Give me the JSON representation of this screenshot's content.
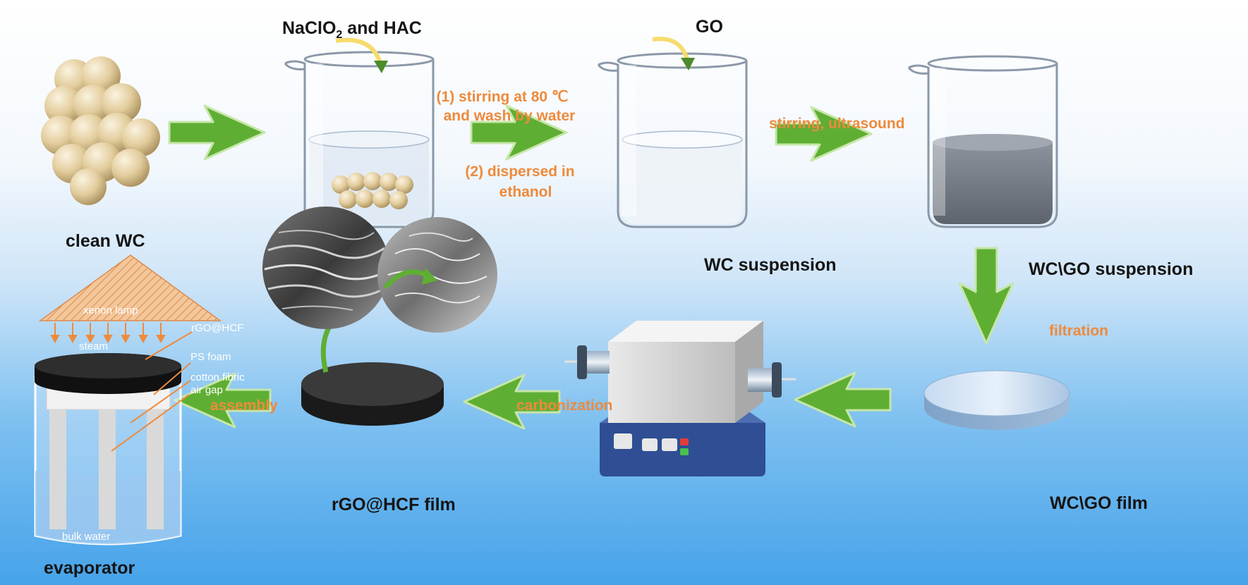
{
  "colors": {
    "arrow": "#5fae34",
    "process_text": "#ee8a3c",
    "label_text": "#151515",
    "background_bottom": "#46a3ea"
  },
  "reagents": {
    "oxidizer_main": "NaClO",
    "oxidizer_sub": "2",
    "oxidizer_rest": " and HAC",
    "graphene": "GO"
  },
  "steps": {
    "stir_wash_line1": "(1) stirring at 80 ℃",
    "stir_wash_line2": "and wash by water",
    "disperse_line1": "(2) dispersed in",
    "disperse_line2": "ethanol",
    "stir_ultrasound": "stirring, ultrasound",
    "filtration": "filtration",
    "carbonization": "carbonization",
    "assembly": "assembly"
  },
  "products": {
    "clean_wc": "clean WC",
    "wc_suspension": "WC suspension",
    "wcgo_suspension": "WC\\GO suspension",
    "wcgo_film": "WC\\GO film",
    "rgo_film": "rGO@HCF film",
    "evaporator": "evaporator"
  },
  "evaporator_parts": {
    "lamp": "xenon lamp",
    "steam": "steam",
    "rgo_hcf": "rGO@HCF",
    "ps_foam": "PS foam",
    "cotton": "cotton fibric",
    "air_gap": "air gap",
    "bulk_water": "bulk water"
  }
}
